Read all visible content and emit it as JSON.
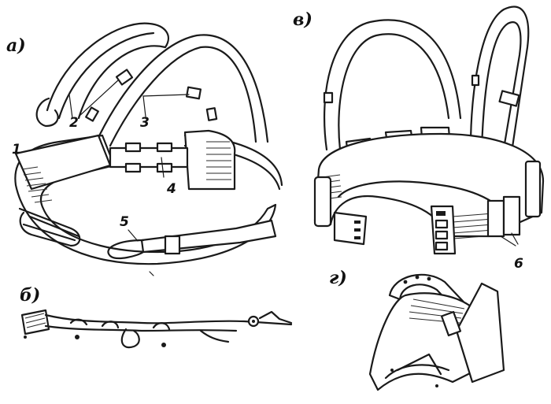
{
  "panels": {
    "a": "а)",
    "b": "б)",
    "v": "в)",
    "g": "г)"
  },
  "callouts": {
    "n1": "1",
    "n2": "2",
    "n3": "3",
    "n4": "4",
    "n5": "5",
    "n6": "6"
  }
}
